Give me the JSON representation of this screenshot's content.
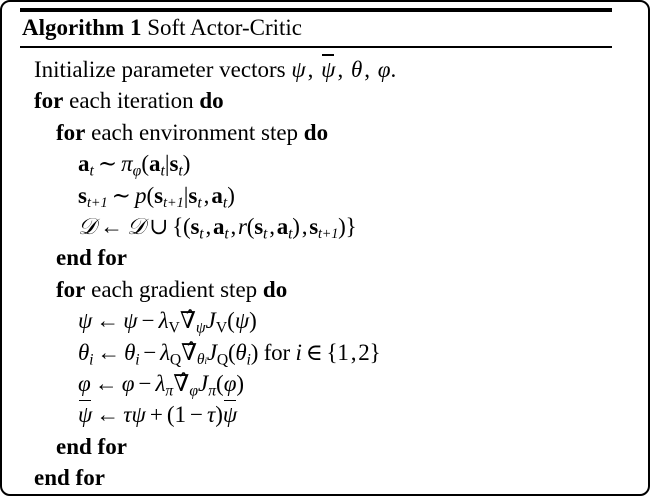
{
  "figure": {
    "type": "algorithm-pseudocode-block",
    "label": "Algorithm 1",
    "name": "Soft Actor-Critic",
    "frame_color": "#000000",
    "background_color": "#ffffff",
    "rules": [
      "thick-top",
      "thin-under-title",
      "thin-bottom"
    ]
  },
  "title": {
    "prefix": "Algorithm 1",
    "caption": "Soft Actor-Critic"
  },
  "lines": [
    {
      "indent": 0,
      "text": "Initialize parameter vectors ψ, ψ̄, θ, φ."
    },
    {
      "indent": 0,
      "text": "for each iteration do"
    },
    {
      "indent": 1,
      "text": "for each environment step do"
    },
    {
      "indent": 2,
      "text": "a_t ∼ π_φ(a_t|s_t)"
    },
    {
      "indent": 2,
      "text": "s_{t+1} ∼ p(s_{t+1}|s_t, a_t)"
    },
    {
      "indent": 2,
      "text": "D ← D ∪ {(s_t, a_t, r(s_t, a_t), s_{t+1})}"
    },
    {
      "indent": 1,
      "text": "end for"
    },
    {
      "indent": 1,
      "text": "for each gradient step do"
    },
    {
      "indent": 2,
      "text": "ψ ← ψ − λ_V ∇̂_ψ J_V(ψ)"
    },
    {
      "indent": 2,
      "text": "θ_i ← θ_i − λ_Q ∇̂_{θ_i} J_Q(θ_i) for i ∈ {1, 2}"
    },
    {
      "indent": 2,
      "text": "φ ← φ − λ_π ∇̂_φ J_π(φ)"
    },
    {
      "indent": 2,
      "text": "ψ̄ ← τψ + (1 − τ)ψ̄"
    },
    {
      "indent": 1,
      "text": "end for"
    },
    {
      "indent": 0,
      "text": "end for"
    }
  ],
  "keywords": {
    "for": "for",
    "do": "do",
    "end_for": "end for",
    "each_iteration": "each iteration",
    "each_environment_step": "each environment step",
    "each_gradient_step": "each gradient step",
    "initialize": "Initialize parameter vectors",
    "for_inline": "for"
  },
  "symbols": {
    "psi": "ψ",
    "psi_bar": "ψ̄",
    "theta": "θ",
    "phi": "φ",
    "pi": "π",
    "tau": "τ",
    "lambda": "λ",
    "nabla_hat": "∇̂",
    "sim": "∼",
    "gets": "←",
    "cup": "∪",
    "in": "∈",
    "minus": "−",
    "plus": "+",
    "comma": ",",
    "period": ".",
    "mid": "|",
    "D": "𝒟",
    "J": "J",
    "r": "r",
    "p": "p",
    "a": "a",
    "s": "s",
    "i": "i",
    "t": "t",
    "t_plus_1": "t+1",
    "V": "V",
    "Q": "Q",
    "one": "1",
    "two": "2"
  }
}
